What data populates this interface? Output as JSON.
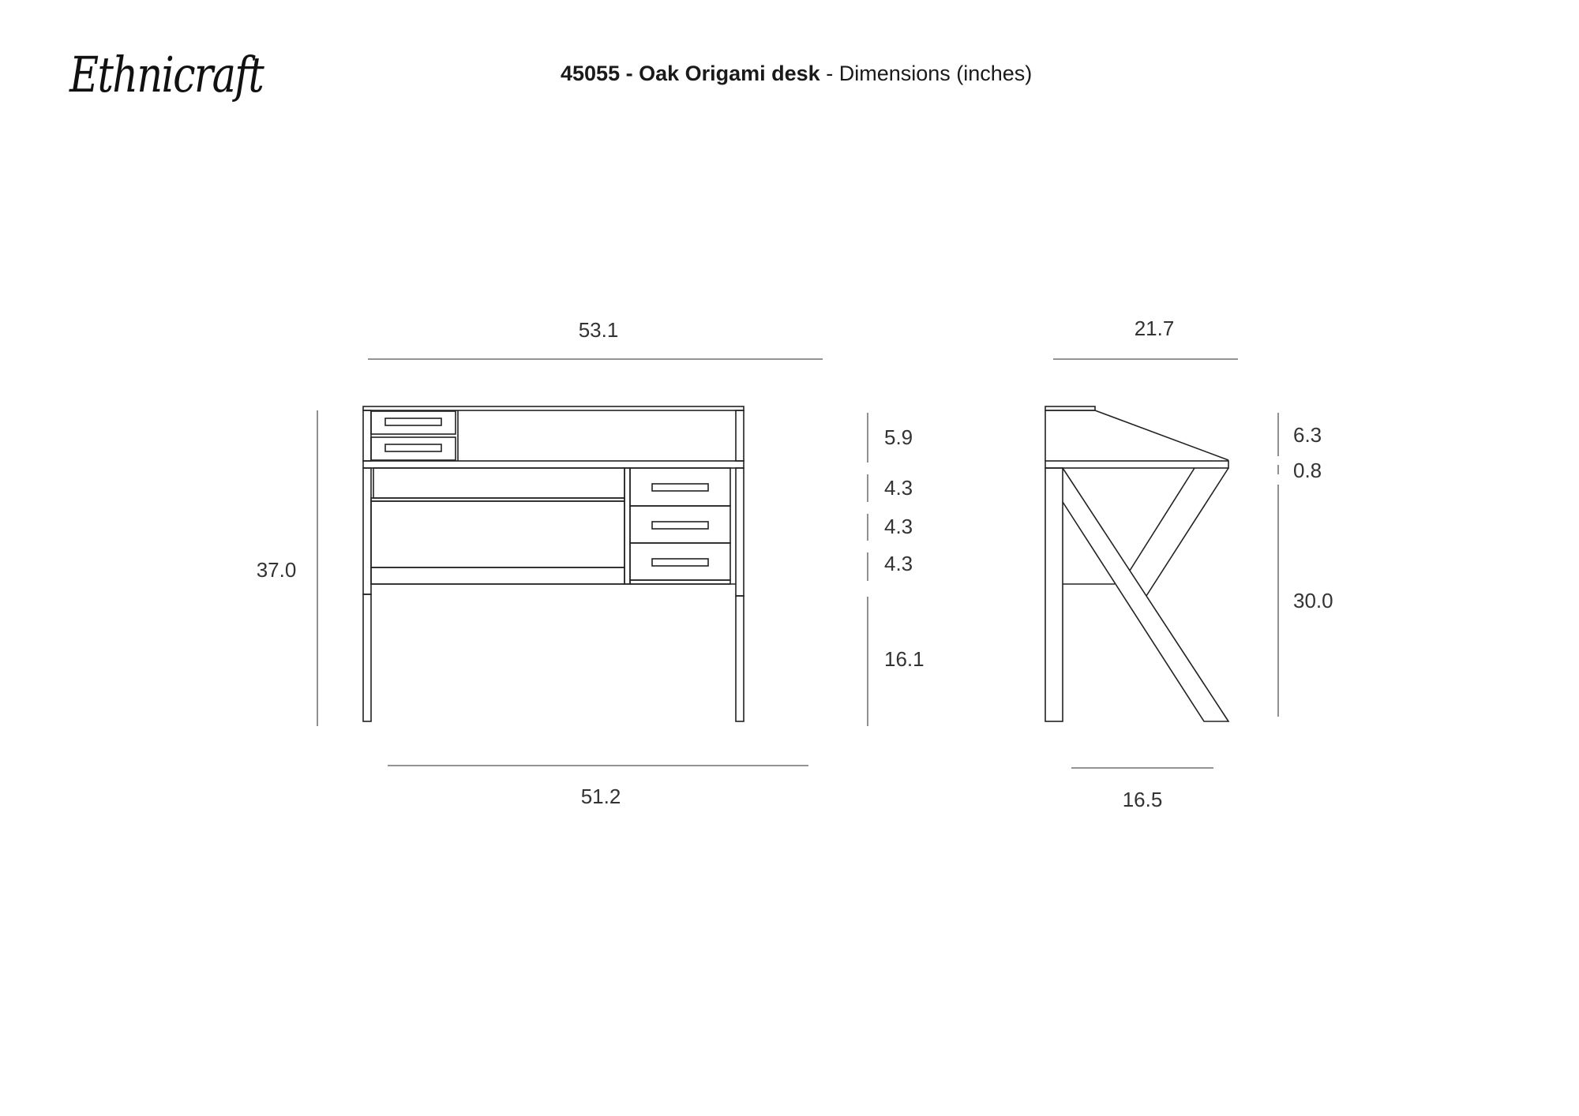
{
  "brand": {
    "logo_text": "Ethnicraft"
  },
  "header": {
    "product_code": "45055",
    "separator1": " - ",
    "product_name": "Oak Origami desk",
    "separator2": " - ",
    "subtitle": "Dimensions (inches)"
  },
  "front_view": {
    "overall_width": "53.1",
    "overall_height": "37.0",
    "leg_span_width": "51.2",
    "upper_section_height": "5.9",
    "drawer_heights": [
      "4.3",
      "4.3",
      "4.3"
    ],
    "leg_clearance": "16.1"
  },
  "side_view": {
    "overall_depth": "21.7",
    "upper_section_height": "6.3",
    "top_thickness": "0.8",
    "desk_height": "30.0",
    "base_depth": "16.5"
  }
}
